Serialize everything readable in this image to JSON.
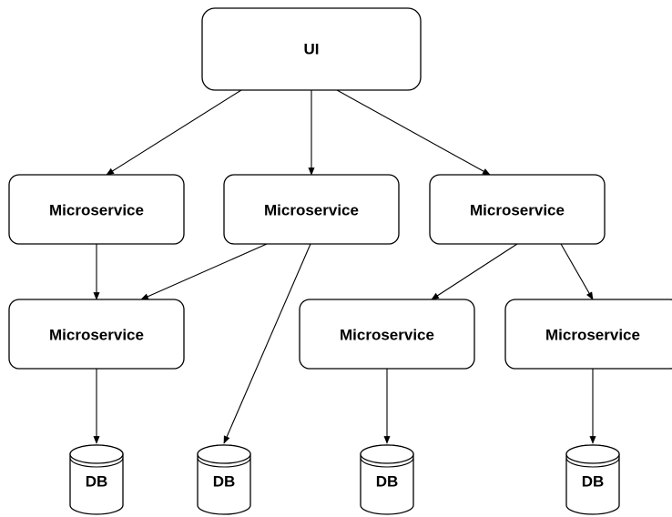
{
  "diagram": {
    "nodes": {
      "ui": "UI",
      "ms_top_left": "Microservice",
      "ms_top_mid": "Microservice",
      "ms_top_right": "Microservice",
      "ms_bottom_left": "Microservice",
      "ms_bottom_mid": "Microservice",
      "ms_bottom_right": "Microservice"
    },
    "databases": [
      "DB",
      "DB",
      "DB",
      "DB"
    ],
    "edges": [
      [
        "ui",
        "ms_top_left"
      ],
      [
        "ui",
        "ms_top_mid"
      ],
      [
        "ui",
        "ms_top_right"
      ],
      [
        "ms_top_left",
        "ms_bottom_left"
      ],
      [
        "ms_top_mid",
        "ms_bottom_left"
      ],
      [
        "ms_top_mid",
        "db_2"
      ],
      [
        "ms_top_right",
        "ms_bottom_mid"
      ],
      [
        "ms_top_right",
        "ms_bottom_right"
      ],
      [
        "ms_bottom_left",
        "db_1"
      ],
      [
        "ms_bottom_mid",
        "db_3"
      ],
      [
        "ms_bottom_right",
        "db_4"
      ]
    ]
  }
}
